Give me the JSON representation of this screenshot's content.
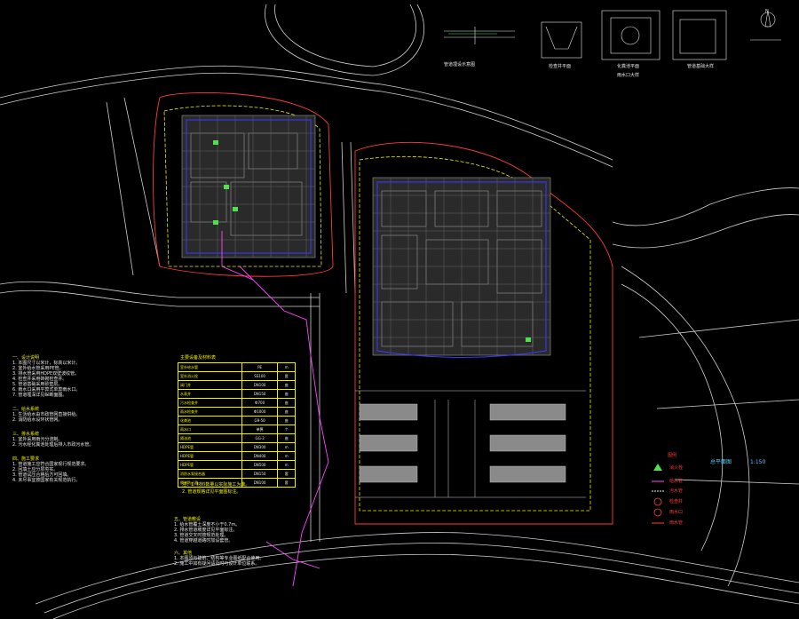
{
  "drawing": {
    "title": "总平面图",
    "scale": "1:150",
    "detail_captions": [
      "管道埋设示意图",
      "检查井平面",
      "化粪池平面",
      "雨水口大样",
      "管道基础大样"
    ],
    "compass_label": "N"
  },
  "notes_left": {
    "heading_1": "一、设计说明",
    "lines_1": [
      "1. 本图尺寸以米计，标高以米计。",
      "2. 室外给水管采用PE管。",
      "3. 排水管采用HDPE双壁波纹管。",
      "4. 检查井采用砖砌检查井。",
      "5. 管道基础采用砂垫层。",
      "6. 雨水口采用平箅式单箅雨水口。",
      "7. 管道埋深详见纵断面图。"
    ],
    "heading_2": "二、给水系统",
    "lines_2": [
      "1. 生活给水由市政管网直接供给。",
      "2. 消防给水设环状管网。"
    ],
    "heading_3": "三、排水系统",
    "lines_3": [
      "1. 室外采用雨污分流制。",
      "2. 污水经化粪池处理后排入市政污水管。"
    ],
    "heading_4": "四、施工要求",
    "lines_4": [
      "1. 管道施工应符合国家现行规范要求。",
      "2. 回填土应分层夯实。",
      "3. 管道试压合格后方可回填。",
      "4. 未尽事宜按国家有关规范执行。"
    ]
  },
  "table": {
    "title": "主要设备及材料表",
    "rows": [
      [
        "室外给水管",
        "PE",
        "m"
      ],
      [
        "室外消火栓",
        "SS100",
        "套"
      ],
      [
        "阀门井",
        "DN100",
        "座"
      ],
      [
        "水表井",
        "DN150",
        "座"
      ],
      [
        "污水检查井",
        "Ф700",
        "座"
      ],
      [
        "雨水检查井",
        "Ф1000",
        "座"
      ],
      [
        "化粪池",
        "G9-50",
        "座"
      ],
      [
        "雨水口",
        "单箅",
        "个"
      ],
      [
        "隔油池",
        "GG-3",
        "座"
      ],
      [
        "HDPE管",
        "DN300",
        "m"
      ],
      [
        "HDPE管",
        "DN400",
        "m"
      ],
      [
        "HDPE管",
        "DN500",
        "m"
      ],
      [
        "消防水泵接合器",
        "DN150",
        "套"
      ],
      [
        "倒流防止器",
        "DN100",
        "套"
      ]
    ],
    "foot_notes": [
      "注：1. 材料数量以实际施工为准。",
      "2. 管道规格详见平面图标注。"
    ]
  },
  "notes_bottom": {
    "heading_1": "五、管道敷设",
    "lines_1": [
      "1. 给水管覆土深度不小于0.7m。",
      "2. 排水管道坡度详见平面标注。",
      "3. 管道交叉时按规范处理。",
      "4. 管道穿越道路时加设套管。"
    ],
    "heading_2": "六、其他",
    "lines_2": [
      "1. 本图须与建筑、结构等专业图纸配合使用。",
      "2. 施工中如有疑问请及时与设计单位联系。"
    ]
  },
  "legend": {
    "title": "图例",
    "items": [
      {
        "label": "消火栓",
        "color": "#4ee24e"
      },
      {
        "label": "给水管",
        "color": "#ff44ff"
      },
      {
        "label": "污水管",
        "color": "#e8e8e8"
      },
      {
        "label": "检查井",
        "color": "#ff3b3b"
      },
      {
        "label": "雨水口",
        "color": "#ff3b3b"
      },
      {
        "label": "雨水管",
        "color": "#ff3b3b"
      }
    ]
  },
  "colors": {
    "background": "#000000",
    "roads": "#cfcfcf",
    "buildings": "#9a9a9a",
    "redline": "#ff3b3b",
    "boundary_yellow": "#f2f000",
    "wall_blue": "#3a3aff",
    "pipe_magenta": "#ff44ff",
    "hydrant_green": "#4ee24e"
  }
}
